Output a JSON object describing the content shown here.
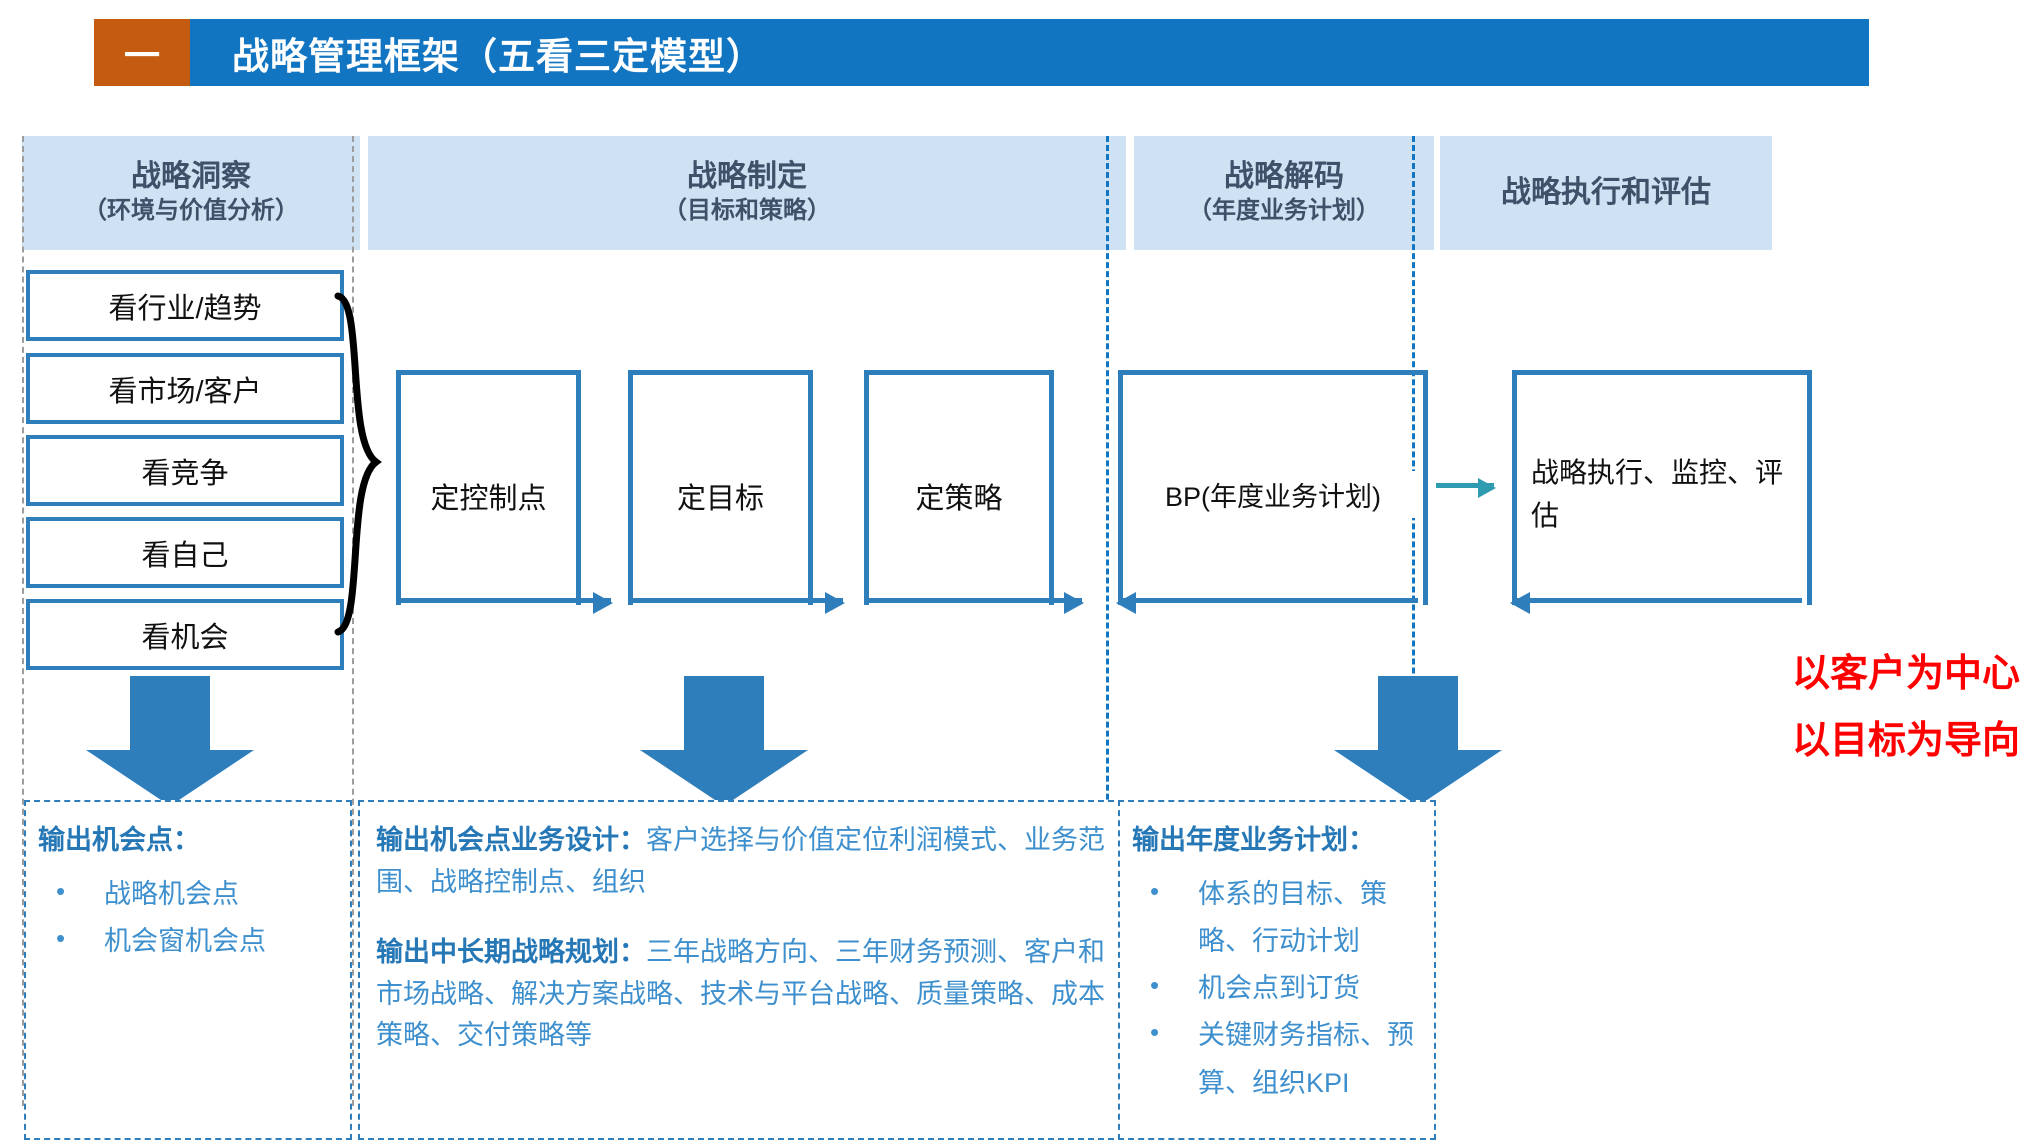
{
  "title": {
    "badge": "一",
    "text": "战略管理框架（五看三定模型）",
    "badge_color": "#C55A11",
    "bar_color": "#1175C2"
  },
  "columns": [
    {
      "name": "战略洞察",
      "subtitle": "（环境与价值分析）"
    },
    {
      "name": "战略制定",
      "subtitle": "（目标和策略）"
    },
    {
      "name": "战略解码",
      "subtitle": "（年度业务计划）"
    },
    {
      "name": "战略执行和评估",
      "subtitle": ""
    }
  ],
  "insight_boxes": [
    {
      "label": "看行业/趋势"
    },
    {
      "label": "看市场/客户"
    },
    {
      "label": "看竞争"
    },
    {
      "label": "看自己"
    },
    {
      "label": "看机会"
    }
  ],
  "formulation_boxes": [
    {
      "label": "定控制点"
    },
    {
      "label": "定目标"
    },
    {
      "label": "定策略"
    }
  ],
  "decode_box": {
    "label": "BP(年度业务计划)"
  },
  "execution_box": {
    "label": "战略执行、监控、评估"
  },
  "outputs": {
    "insight": {
      "heading": "输出机会点：",
      "bullets": [
        "战略机会点",
        "机会窗机会点"
      ]
    },
    "formulation": {
      "heading1": "输出机会点业务设计：",
      "body1": "客户选择与价值定位利润模式、业务范围、战略控制点、组织",
      "heading2": "输出中长期战略规划：",
      "body2": "三年战略方向、三年财务预测、客户和市场战略、解决方案战略、技术与平台战略、质量策略、成本策略、交付策略等"
    },
    "decode": {
      "heading": "输出年度业务计划：",
      "bullets": [
        "体系的目标、策略、行动计划",
        "机会点到订货",
        "关键财务指标、预算、组织KPI"
      ]
    }
  },
  "slogans": [
    "以客户为中心",
    "以目标为导向"
  ],
  "colors": {
    "primary_blue": "#2E7EBC",
    "header_band": "#CFE2F3",
    "header_text": "#3F5069",
    "output_text": "#3E8FCD",
    "slogan_red": "#FF0000",
    "teal": "#2E9BB0",
    "orange": "#C55A11"
  }
}
